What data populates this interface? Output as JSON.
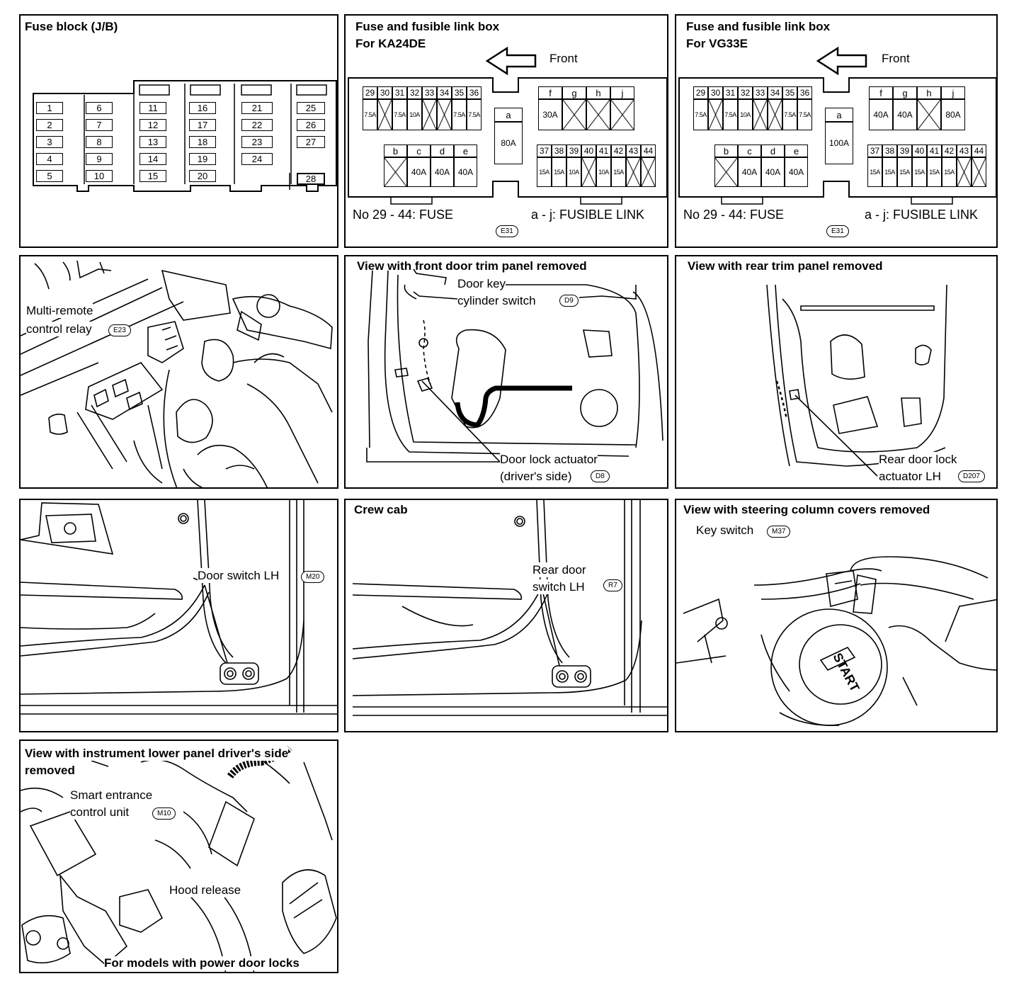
{
  "fuse_block": {
    "title": "Fuse block (J/B)",
    "fuses": [
      "1",
      "2",
      "3",
      "4",
      "5",
      "6",
      "7",
      "8",
      "9",
      "10",
      "11",
      "12",
      "13",
      "14",
      "15",
      "16",
      "17",
      "18",
      "19",
      "20",
      "21",
      "22",
      "23",
      "24",
      "25",
      "26",
      "27",
      "28"
    ]
  },
  "fuse_boxes": [
    {
      "title": "Fuse and fusible link box",
      "subtitle": "For KA24DE",
      "front_label": "Front",
      "fuses_top": {
        "numbers": [
          "29",
          "30",
          "31",
          "32",
          "33",
          "34",
          "35",
          "36"
        ],
        "ratings": [
          "7.5A",
          "",
          "7.5A",
          "10A",
          "",
          "",
          "7.5A",
          "7.5A"
        ]
      },
      "link_a": {
        "label": "a",
        "rating": "80A"
      },
      "links_fghj": {
        "labels": [
          "f",
          "g",
          "h",
          "j"
        ],
        "ratings": [
          "30A",
          "",
          "",
          ""
        ]
      },
      "links_bcde": {
        "labels": [
          "b",
          "c",
          "d",
          "e"
        ],
        "ratings": [
          "",
          "40A",
          "40A",
          "40A"
        ]
      },
      "fuses_bottom": {
        "numbers": [
          "37",
          "38",
          "39",
          "40",
          "41",
          "42",
          "43",
          "44"
        ],
        "ratings": [
          "15A",
          "15A",
          "10A",
          "",
          "10A",
          "15A",
          "",
          ""
        ]
      },
      "legend_fuse": "No 29 - 44:  FUSE",
      "legend_link": "a - j:  FUSIBLE LINK",
      "connector": "E31"
    },
    {
      "title": "Fuse and fusible link box",
      "subtitle": "For VG33E",
      "front_label": "Front",
      "fuses_top": {
        "numbers": [
          "29",
          "30",
          "31",
          "32",
          "33",
          "34",
          "35",
          "36"
        ],
        "ratings": [
          "7.5A",
          "",
          "7.5A",
          "10A",
          "",
          "",
          "7.5A",
          "7.5A"
        ]
      },
      "link_a": {
        "label": "a",
        "rating": "100A"
      },
      "links_fghj": {
        "labels": [
          "f",
          "g",
          "h",
          "j"
        ],
        "ratings": [
          "40A",
          "40A",
          "",
          "80A"
        ]
      },
      "links_bcde": {
        "labels": [
          "b",
          "c",
          "d",
          "e"
        ],
        "ratings": [
          "",
          "40A",
          "40A",
          "40A"
        ]
      },
      "fuses_bottom": {
        "numbers": [
          "37",
          "38",
          "39",
          "40",
          "41",
          "42",
          "43",
          "44"
        ],
        "ratings": [
          "15A",
          "15A",
          "15A",
          "15A",
          "15A",
          "15A",
          "",
          ""
        ]
      },
      "legend_fuse": "No 29 - 44:  FUSE",
      "legend_link": "a - j:  FUSIBLE LINK",
      "connector": "E31"
    }
  ],
  "multi_remote": {
    "label_line1": "Multi-remote",
    "label_line2": "control relay",
    "connector": "E23"
  },
  "front_door": {
    "title": "View with front door trim panel removed",
    "key_line1": "Door key",
    "key_line2": "cylinder switch",
    "key_connector": "D9",
    "actuator_line1": "Door lock actuator",
    "actuator_line2": "(driver's side)",
    "actuator_connector": "D8"
  },
  "rear_trim": {
    "title": "View with rear trim panel removed",
    "line1": "Rear door lock",
    "line2": "actuator LH",
    "connector": "D207"
  },
  "door_switch": {
    "label": "Door switch LH",
    "connector": "M20"
  },
  "crew_cab": {
    "title": "Crew cab",
    "line1": "Rear door",
    "line2": "switch LH",
    "connector": "R7"
  },
  "steering": {
    "title": "View with steering column covers removed",
    "label": "Key switch",
    "connector": "M37",
    "start_text": "START"
  },
  "instrument": {
    "title_line1": "View with instrument lower panel driver's side",
    "title_line2": "removed",
    "unit_line1": "Smart entrance",
    "unit_line2": "control unit",
    "connector": "M10",
    "hood_release": "Hood release",
    "footer": "For models with power door locks"
  }
}
